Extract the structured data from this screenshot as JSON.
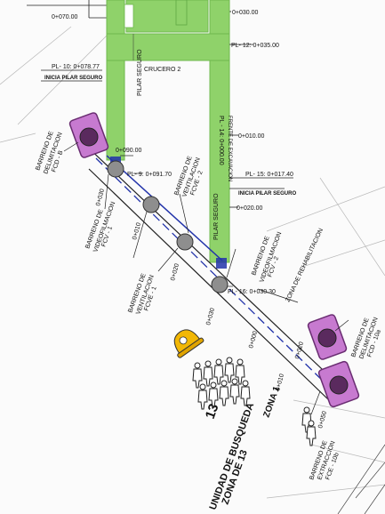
{
  "colors": {
    "corridor": "#8fd26a",
    "corridor_edge": "#6fb84e",
    "device_purple": "#c77ad0",
    "device_dark": "#5a2a5e",
    "circle_gray": "#8e8e8e",
    "route_blue": "#2233aa",
    "helmet": "#f2b705"
  },
  "chainage_top": {
    "a": "0+070.00",
    "b": "0+030.00",
    "c": "0+035.00",
    "d": "0+010.00",
    "e": "0+020.00",
    "pl12": "PL- 12: 0+035.00",
    "pl15": "PL- 15: 0+017.40",
    "pl15_sub": "INICIA PILAR SEGURO",
    "pl10": "PL- 10: 0+078.77",
    "pl10_sub": "INICIA PILAR SEGURO"
  },
  "labels": {
    "crucero": "CRUCERO 2",
    "pilar_seguro_left": "PILAR SEGURO",
    "pilar_seguro_right": "PILAR SEGURO",
    "pl14": "PL - 14: 0+000.00",
    "pl14_sub": "FRENTE DE EXCAVACION",
    "pt_090": "0+090.00",
    "pl9": "PL- 9: 0+091.70",
    "pl16": "PL- 16: 0+030.30",
    "zona_rehab": "ZONA DE REHABILITACION"
  },
  "devices": {
    "fcd_b_l1": "BARRENO DE",
    "fcd_b_l2": "DELIMITACION",
    "fcd_b_l3": "FCD - B",
    "fcv_1_l1": "BARRENO DE",
    "fcv_1_l2": "VIDEOFILMACION",
    "fcv_1_l3": "FCV - 1",
    "fcve_2_l1": "BARRENO DE",
    "fcve_2_l2": "VENTILACION",
    "fcve_2_l3": "FCVE - 2",
    "fcve_1_l1": "BARRENO DE",
    "fcve_1_l2": "VENTILACION",
    "fcve_1_l3": "FCVE - 1",
    "fcv_2_l1": "BARRENO DE",
    "fcv_2_l2": "VIDEOFILMACION",
    "fcv_2_l3": "FCV - 2",
    "fcd_10a_l1": "BARRENO DE",
    "fcd_10a_l2": "DELIMITACION",
    "fcd_10a_l3": "FCD - 10a",
    "fce_10b_l1": "BARRENO DE",
    "fce_10b_l2": "EXTRACCION",
    "fce_10b_l3": "FCE - 10b"
  },
  "chainage_diag": {
    "c030": "0+030",
    "c020": "0+020",
    "c010": "0+010",
    "c000": "0+000",
    "c010b": "0+010",
    "c020b": "0+020",
    "c030b": "0+030",
    "c050": "0+050"
  },
  "search": {
    "number": "13",
    "zona1": "ZONA 1",
    "unidad_line1": "UNIDAD DE BUSQUEDA",
    "unidad_line2": "ZONA DE 13"
  },
  "icons": [
    "helmet-icon",
    "person-figure-icon"
  ]
}
